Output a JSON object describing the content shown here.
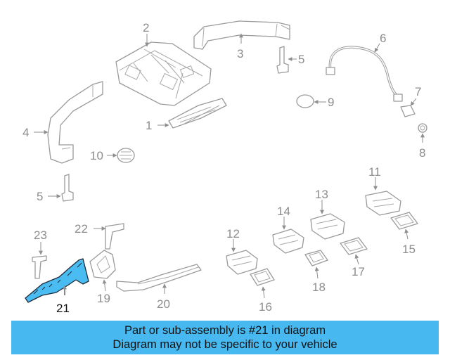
{
  "callouts": [
    "1",
    "2",
    "3",
    "4",
    "5",
    "5",
    "6",
    "7",
    "8",
    "9",
    "10",
    "11",
    "12",
    "13",
    "14",
    "15",
    "16",
    "17",
    "18",
    "19",
    "20",
    "21",
    "22",
    "23"
  ],
  "highlight": {
    "part": "21",
    "color": "#4bbcf2"
  },
  "banner": {
    "line1": "Part or sub-assembly is #21 in diagram",
    "line2": "Diagram may not be specific to your vehicle",
    "color": "#47b9f0"
  }
}
